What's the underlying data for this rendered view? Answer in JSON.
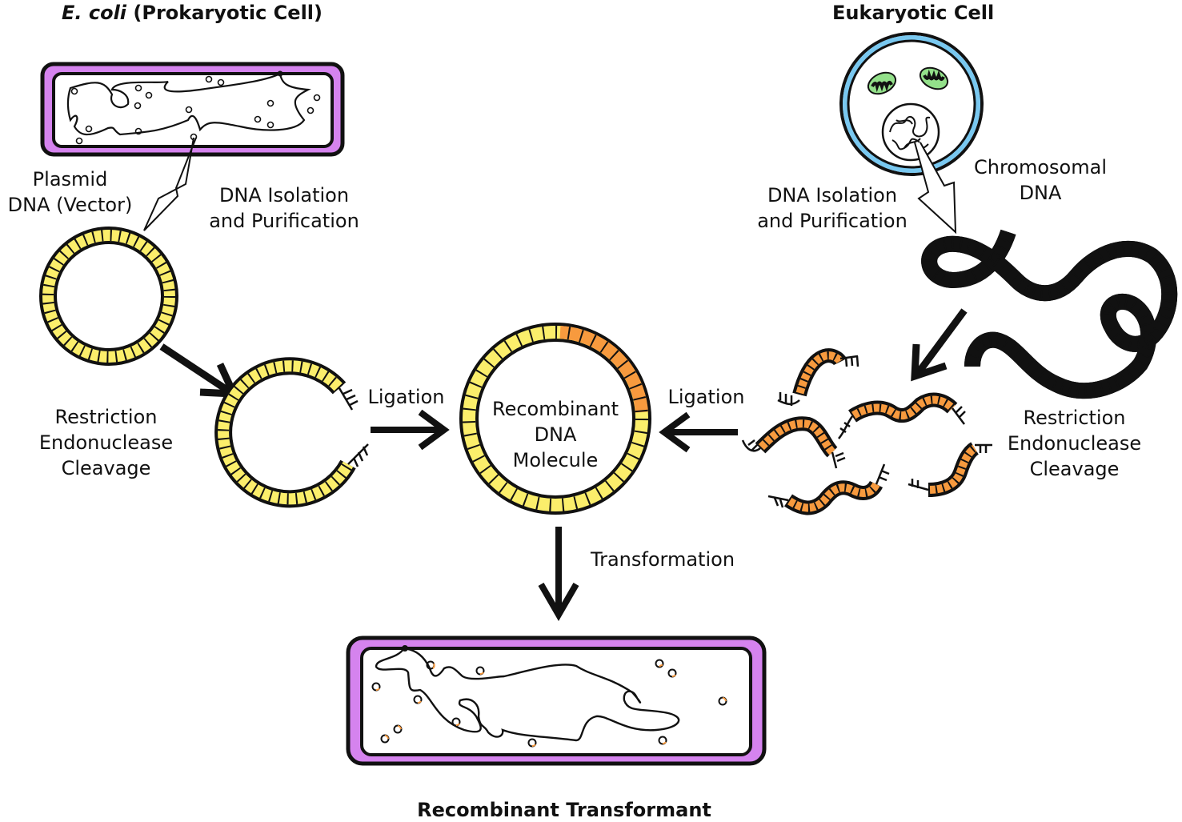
{
  "titles": {
    "prokaryote_italic": "E. coli",
    "prokaryote_rest": " (Prokaryotic Cell)",
    "eukaryote": "Eukaryotic Cell",
    "result": "Recombinant Transformant"
  },
  "labels": {
    "plasmid": "Plasmid\nDNA (Vector)",
    "isolation_left": "DNA Isolation\nand Purification",
    "isolation_right": "DNA Isolation\nand Purification",
    "chromosomal": "Chromosomal\nDNA",
    "restriction_left": "Restriction\nEndonuclease\nCleavage",
    "restriction_right": "Restriction\nEndonuclease\nCleavage",
    "ligation_left": "Ligation",
    "ligation_right": "Ligation",
    "recombinant": "Recombinant\nDNA\nMolecule",
    "transformation": "Transformation"
  },
  "colors": {
    "cell_wall": "#d583ee",
    "plasmid_yellow": "#fbee6b",
    "insert_orange": "#f79a3e",
    "eukaryote_membrane": "#79c8f0",
    "mitochondria": "#93e08a",
    "outline": "#111111"
  }
}
